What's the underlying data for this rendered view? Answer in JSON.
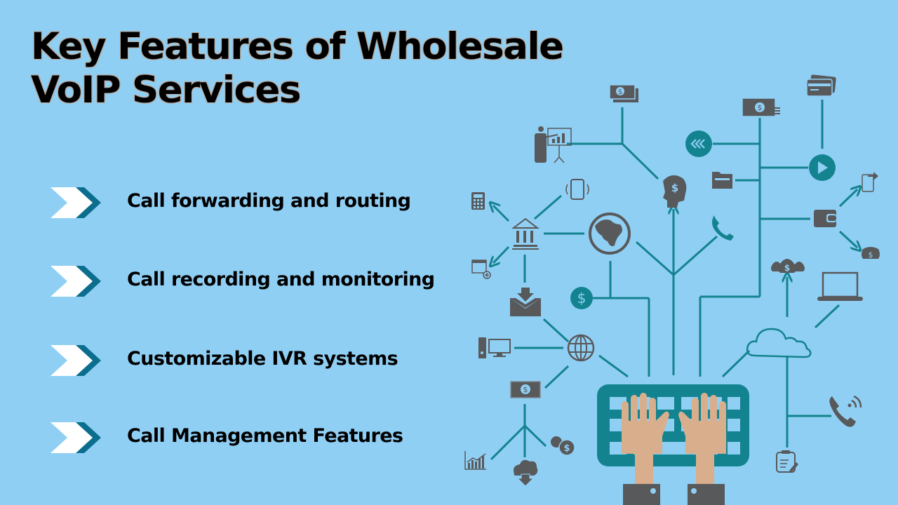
{
  "title": {
    "line1": "Key Features of Wholesale",
    "line2": "VoIP Services"
  },
  "features": [
    {
      "label": "Call forwarding and routing",
      "icon": "double-chevron-right-icon"
    },
    {
      "label": "Call recording and monitoring",
      "icon": "double-chevron-right-icon"
    },
    {
      "label": "Customizable IVR systems",
      "icon": "double-chevron-right-icon"
    },
    {
      "label": "Call Management Features",
      "icon": "double-chevron-right-icon"
    }
  ],
  "illustration": {
    "description": "Hands typing on a keyboard connected by network lines to finance and communication icons",
    "icons": [
      "banknote-stack-icon",
      "presenter-chart-icon",
      "dollar-head-icon",
      "money-bills-icon",
      "rewind-circle-icon",
      "folder-icon",
      "play-circle-icon",
      "credit-card-icon",
      "mobile-share-icon",
      "wallet-icon",
      "coin-purse-icon",
      "calculator-icon",
      "vibrating-phone-icon",
      "bank-icon",
      "globe-earth-icon",
      "phone-handset-icon",
      "calendar-add-icon",
      "mail-download-icon",
      "dollar-circle-icon",
      "money-bags-icon",
      "laptop-icon",
      "desktop-computer-icon",
      "www-globe-icon",
      "cloud-icon",
      "banknote-icon",
      "growth-chart-icon",
      "coins-icon",
      "cloud-download-icon",
      "ringing-phone-icon",
      "clipboard-edit-icon",
      "keyboard-icon",
      "hands-icon"
    ]
  },
  "colors": {
    "background": "#90CFF4",
    "teal": "#13838F",
    "chevron_dark": "#0B6E8E",
    "chevron_light": "#FFFFFF",
    "icon_gray": "#58595B",
    "skin": "#D9AE8C"
  }
}
